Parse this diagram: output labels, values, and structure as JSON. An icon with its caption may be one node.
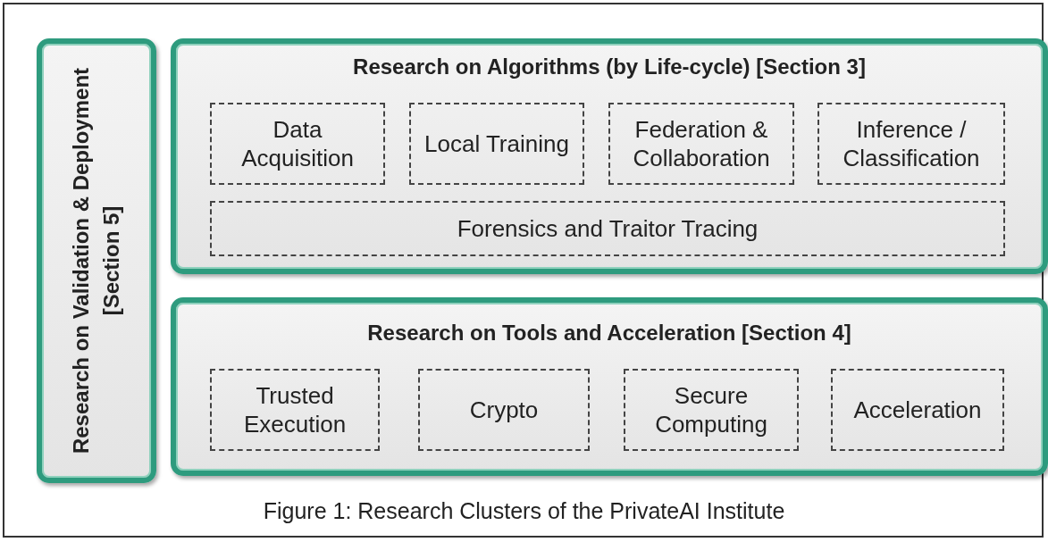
{
  "diagram": {
    "caption": "Figure 1: Research Clusters of the PrivateAI Institute",
    "nodes": [
      {
        "text": [
          "Research on Validation & Deployment [Section 5]"
        ]
      },
      {
        "text": [
          "Research on Algorithms (by Life-cycle) [Section 3]"
        ]
      },
      {
        "text": [
          "Data Acquisition"
        ],
        "in": 1
      },
      {
        "text": [
          "Local Training"
        ],
        "in": 1
      },
      {
        "text": [
          "Federation & Collaboration"
        ],
        "in": 1
      },
      {
        "text": [
          "Inference / Classification"
        ],
        "in": 1
      },
      {
        "text": [
          "Forensics and Traitor Tracing"
        ],
        "in": 1
      },
      {
        "text": [
          "Research on Tools and Acceleration [Section 4]"
        ]
      },
      {
        "text": [
          "Trusted Execution"
        ],
        "in": 7
      },
      {
        "text": [
          "Crypto"
        ],
        "in": 7
      },
      {
        "text": [
          "Secure Computing"
        ],
        "in": 7
      },
      {
        "text": [
          "Acceleration"
        ],
        "in": 7
      }
    ]
  }
}
